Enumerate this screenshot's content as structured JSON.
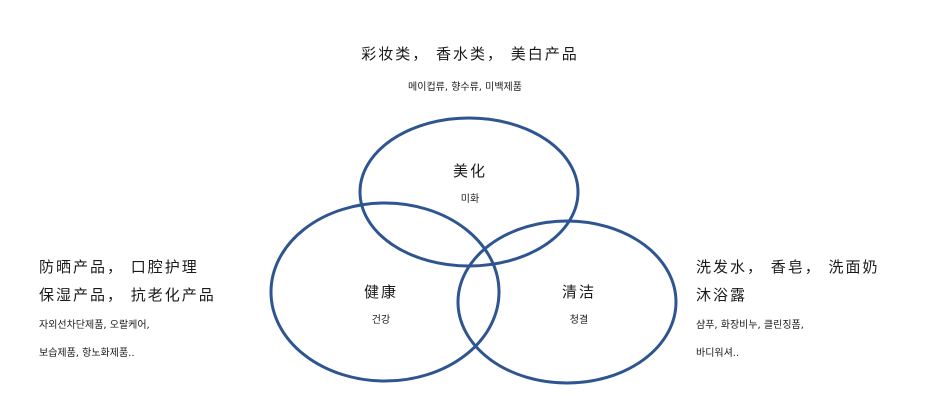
{
  "top": {
    "title": "彩妆类， 香水类， 美白产品",
    "subtitle": "메이컵류, 향수류, 미백제품"
  },
  "circles": {
    "beauty": {
      "title": "美化",
      "subtitle": "미화"
    },
    "health": {
      "title": "健康",
      "subtitle": "건강"
    },
    "clean": {
      "title": "清洁",
      "subtitle": "청결"
    }
  },
  "left": {
    "line1": "防晒产品， 口腔护理",
    "line2": "保湿产品， 抗老化产品",
    "ko1": "자외선차단제품, 오랄케어,",
    "ko2": "보습제품, 항노화제품.."
  },
  "right": {
    "line1": "洗发水， 香皂， 洗面奶",
    "line2": "沐浴露",
    "ko1": "샴푸, 화장비누, 클린징폼,",
    "ko2": "바디워셔.."
  },
  "colors": {
    "circle_stroke": "#2e5590"
  }
}
